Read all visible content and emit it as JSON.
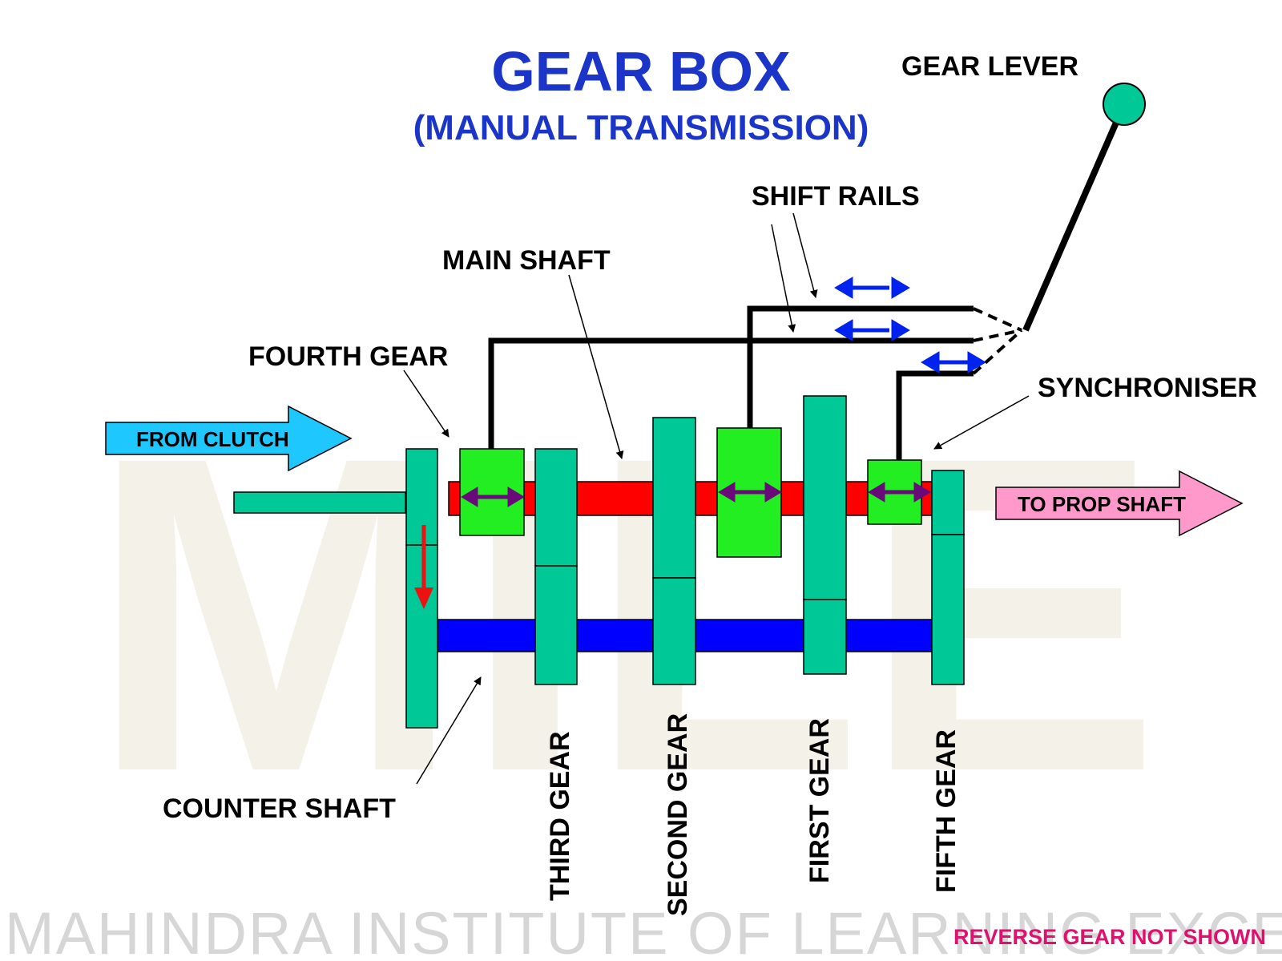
{
  "title": "GEAR BOX",
  "subtitle": "(MANUAL TRANSMISSION)",
  "labels": {
    "gear_lever": "GEAR LEVER",
    "shift_rails": "SHIFT RAILS",
    "main_shaft": "MAIN SHAFT",
    "fourth_gear": "FOURTH GEAR",
    "synchroniser": "SYNCHRONISER",
    "from_clutch": "FROM CLUTCH",
    "to_prop_shaft": "TO PROP SHAFT",
    "counter_shaft": "COUNTER SHAFT",
    "third_gear": "THIRD GEAR",
    "second_gear": "SECOND GEAR",
    "first_gear": "FIRST GEAR",
    "fifth_gear": "FIFTH GEAR",
    "reverse_note": "REVERSE GEAR NOT SHOWN"
  },
  "watermark": {
    "logo": "MILE",
    "footer": "MAHINDRA INSTITUTE OF LEARNING EXCELLENCE"
  },
  "colors": {
    "title": "#1a35c8",
    "gear": "#00c896",
    "synchroniser": "#22ee22",
    "main_shaft": "#ff0000",
    "counter_shaft": "#0000ff",
    "from_clutch_arrow": "#1ec8ff",
    "to_prop_arrow": "#ff99cc",
    "shift_arrow": "#0022ee",
    "sync_arrow": "#6a0a7a",
    "reverse_note": "#e0106e",
    "watermark": "#ece6d8"
  }
}
